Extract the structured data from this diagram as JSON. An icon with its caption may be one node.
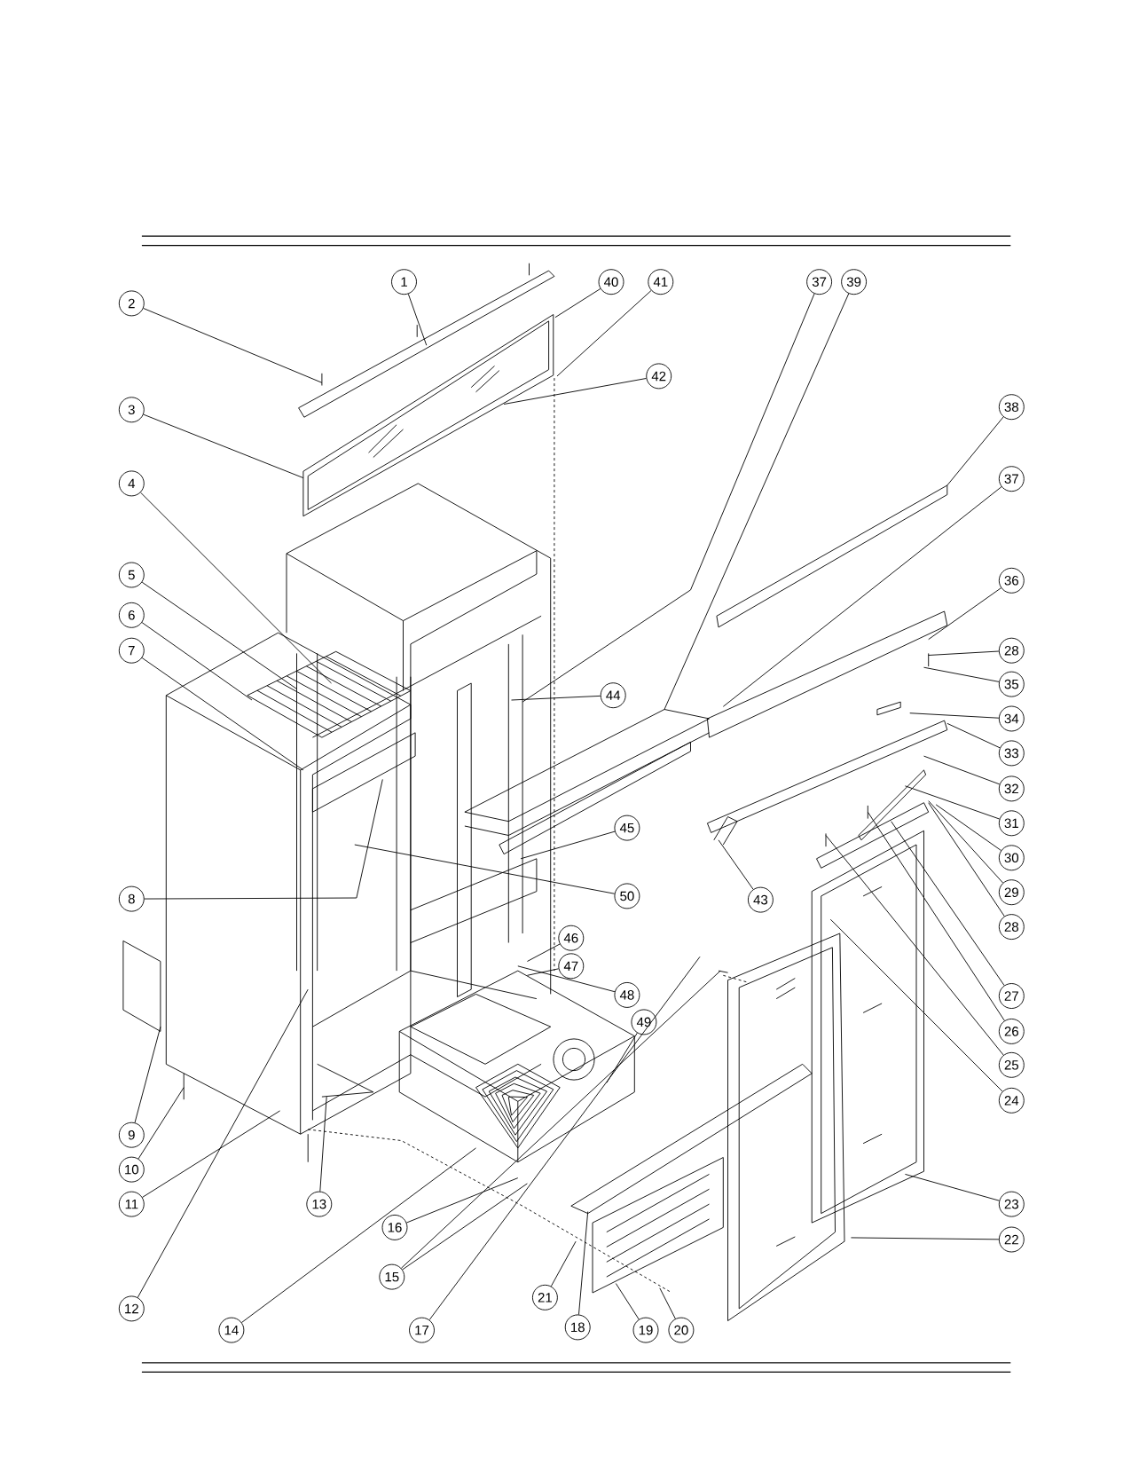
{
  "diagram": {
    "nodes": [
      {
        "text": [
          "1"
        ]
      },
      {
        "text": [
          "2"
        ]
      },
      {
        "text": [
          "3"
        ]
      },
      {
        "text": [
          "4"
        ]
      },
      {
        "text": [
          "5"
        ]
      },
      {
        "text": [
          "6"
        ]
      },
      {
        "text": [
          "7"
        ]
      },
      {
        "text": [
          "8"
        ]
      },
      {
        "text": [
          "9"
        ]
      },
      {
        "text": [
          "10"
        ]
      },
      {
        "text": [
          "11"
        ]
      },
      {
        "text": [
          "12"
        ]
      },
      {
        "text": [
          "13"
        ]
      },
      {
        "text": [
          "14"
        ]
      },
      {
        "text": [
          "15"
        ]
      },
      {
        "text": [
          "16"
        ]
      },
      {
        "text": [
          "17"
        ]
      },
      {
        "text": [
          "18"
        ]
      },
      {
        "text": [
          "19"
        ]
      },
      {
        "text": [
          "20"
        ]
      },
      {
        "text": [
          "21"
        ]
      },
      {
        "text": [
          "22"
        ]
      },
      {
        "text": [
          "23"
        ]
      },
      {
        "text": [
          "24"
        ]
      },
      {
        "text": [
          "25"
        ]
      },
      {
        "text": [
          "26"
        ]
      },
      {
        "text": [
          "27"
        ]
      },
      {
        "text": [
          "28"
        ]
      },
      {
        "text": [
          "28"
        ]
      },
      {
        "text": [
          "29"
        ]
      },
      {
        "text": [
          "30"
        ]
      },
      {
        "text": [
          "31"
        ]
      },
      {
        "text": [
          "32"
        ]
      },
      {
        "text": [
          "33"
        ]
      },
      {
        "text": [
          "34"
        ]
      },
      {
        "text": [
          "35"
        ]
      },
      {
        "text": [
          "36"
        ]
      },
      {
        "text": [
          "37"
        ]
      },
      {
        "text": [
          "37"
        ]
      },
      {
        "text": [
          "38"
        ]
      },
      {
        "text": [
          "39"
        ]
      },
      {
        "text": [
          "40"
        ]
      },
      {
        "text": [
          "41"
        ]
      },
      {
        "text": [
          "42"
        ]
      },
      {
        "text": [
          "43"
        ]
      },
      {
        "text": [
          "44"
        ]
      },
      {
        "text": [
          "45"
        ]
      },
      {
        "text": [
          "46"
        ]
      },
      {
        "text": [
          "47"
        ]
      },
      {
        "text": [
          "48"
        ]
      },
      {
        "text": [
          "49"
        ]
      },
      {
        "text": [
          "50"
        ]
      }
    ],
    "edges": [
      {
        "from": 0,
        "to": null,
        "arrow": "none"
      },
      {
        "from": 1,
        "to": null,
        "arrow": "none"
      },
      {
        "from": 2,
        "to": null,
        "arrow": "none"
      },
      {
        "from": 3,
        "to": null,
        "arrow": "none"
      },
      {
        "from": 4,
        "to": null,
        "arrow": "none"
      },
      {
        "from": 5,
        "to": null,
        "arrow": "none"
      },
      {
        "from": 6,
        "to": null,
        "arrow": "none"
      },
      {
        "from": 7,
        "to": null,
        "arrow": "none"
      },
      {
        "from": 8,
        "to": null,
        "arrow": "none"
      },
      {
        "from": 9,
        "to": null,
        "arrow": "none"
      },
      {
        "from": 10,
        "to": null,
        "arrow": "none"
      },
      {
        "from": 11,
        "to": null,
        "arrow": "none"
      },
      {
        "from": 12,
        "to": null,
        "arrow": "none"
      },
      {
        "from": 13,
        "to": null,
        "arrow": "none"
      },
      {
        "from": 14,
        "to": null,
        "arrow": "none"
      },
      {
        "from": 14,
        "to": null,
        "arrow": "none"
      },
      {
        "from": 15,
        "to": null,
        "arrow": "none"
      },
      {
        "from": 16,
        "to": null,
        "arrow": "none"
      },
      {
        "from": 17,
        "to": null,
        "arrow": "none"
      },
      {
        "from": 18,
        "to": null,
        "arrow": "none"
      },
      {
        "from": 19,
        "to": null,
        "arrow": "none"
      },
      {
        "from": 20,
        "to": null,
        "arrow": "none"
      },
      {
        "from": 21,
        "to": null,
        "arrow": "none"
      },
      {
        "from": 22,
        "to": null,
        "arrow": "none"
      },
      {
        "from": 23,
        "to": null,
        "arrow": "none"
      },
      {
        "from": 24,
        "to": null,
        "arrow": "none"
      },
      {
        "from": 25,
        "to": null,
        "arrow": "none"
      },
      {
        "from": 26,
        "to": null,
        "arrow": "none"
      },
      {
        "from": 27,
        "to": null,
        "arrow": "none"
      },
      {
        "from": 28,
        "to": null,
        "arrow": "none"
      },
      {
        "from": 29,
        "to": null,
        "arrow": "none"
      },
      {
        "from": 30,
        "to": null,
        "arrow": "none"
      },
      {
        "from": 31,
        "to": null,
        "arrow": "none"
      },
      {
        "from": 32,
        "to": null,
        "arrow": "none"
      },
      {
        "from": 33,
        "to": null,
        "arrow": "none"
      },
      {
        "from": 34,
        "to": null,
        "arrow": "none"
      },
      {
        "from": 35,
        "to": null,
        "arrow": "none"
      },
      {
        "from": 36,
        "to": null,
        "arrow": "none"
      },
      {
        "from": 37,
        "to": null,
        "arrow": "none"
      },
      {
        "from": 38,
        "to": null,
        "arrow": "none"
      },
      {
        "from": 39,
        "to": null,
        "arrow": "none"
      },
      {
        "from": 40,
        "to": null,
        "arrow": "none"
      },
      {
        "from": 41,
        "to": null,
        "arrow": "none"
      },
      {
        "from": 42,
        "to": null,
        "arrow": "none"
      },
      {
        "from": 43,
        "to": null,
        "arrow": "none"
      },
      {
        "from": 44,
        "to": null,
        "arrow": "none"
      },
      {
        "from": 45,
        "to": null,
        "arrow": "none"
      },
      {
        "from": 46,
        "to": null,
        "arrow": "none"
      },
      {
        "from": 47,
        "to": null,
        "arrow": "none"
      },
      {
        "from": 48,
        "to": null,
        "arrow": "none"
      },
      {
        "from": 49,
        "to": null,
        "arrow": "none"
      },
      {
        "from": 50,
        "to": null,
        "arrow": "none"
      },
      {
        "from": 51,
        "to": null,
        "arrow": "none"
      }
    ]
  }
}
